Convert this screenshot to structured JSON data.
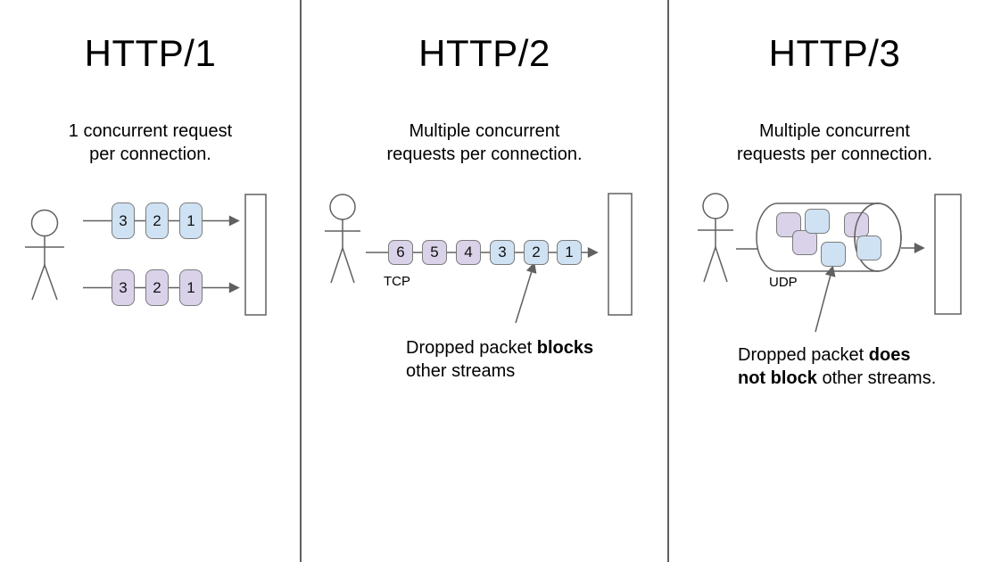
{
  "colors": {
    "packet_blue": "#cfe2f3",
    "packet_purple": "#d9d2e9",
    "packet_border": "#7b7b7b",
    "stroke": "#606060",
    "divider": "#5f5f5f",
    "text": "#000000",
    "background": "#ffffff"
  },
  "panels": [
    {
      "title": "HTTP/1",
      "subtitle": "1 concurrent request\nper connection.",
      "rows": [
        {
          "color": "blue",
          "packets": [
            "3",
            "2",
            "1"
          ]
        },
        {
          "color": "purple",
          "packets": [
            "3",
            "2",
            "1"
          ]
        }
      ]
    },
    {
      "title": "HTTP/2",
      "subtitle": "Multiple concurrent\nrequests per connection.",
      "protocol_label": "TCP",
      "packets": [
        {
          "label": "6",
          "color": "purple"
        },
        {
          "label": "5",
          "color": "purple"
        },
        {
          "label": "4",
          "color": "purple"
        },
        {
          "label": "3",
          "color": "blue"
        },
        {
          "label": "2",
          "color": "blue"
        },
        {
          "label": "1",
          "color": "blue"
        }
      ],
      "annotation": {
        "line1_normal": "Dropped packet ",
        "line1_bold": "blocks",
        "line2_bold": "",
        "line2_normal": "other streams"
      }
    },
    {
      "title": "HTTP/3",
      "subtitle": "Multiple concurrent\nrequests per connection.",
      "protocol_label": "UDP",
      "packets": [
        {
          "color": "purple"
        },
        {
          "color": "blue"
        },
        {
          "color": "purple"
        },
        {
          "color": "blue"
        },
        {
          "color": "purple"
        },
        {
          "color": "blue"
        }
      ],
      "annotation": {
        "line1_normal": "Dropped packet ",
        "line1_bold": "does",
        "line2_bold": "not block",
        "line2_normal": " other streams."
      }
    }
  ]
}
